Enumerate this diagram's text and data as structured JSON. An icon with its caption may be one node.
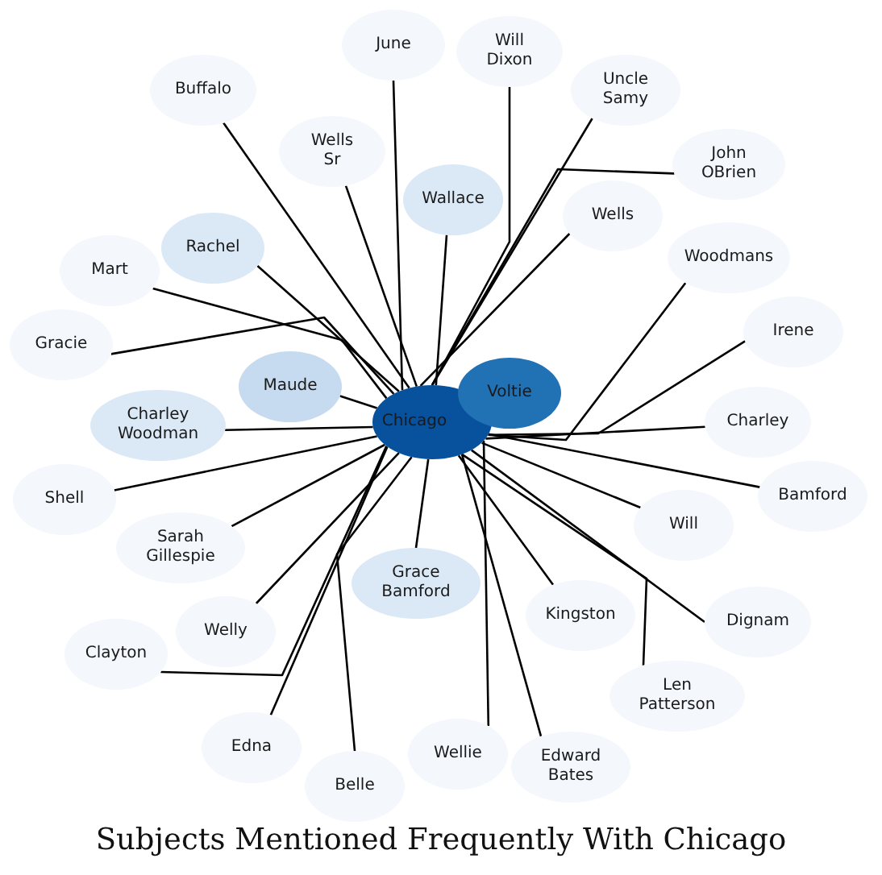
{
  "diagram": {
    "title": "Subjects Mentioned Frequently With Chicago",
    "nodes": [
      {
        "text": [
          "June"
        ]
      },
      {
        "text": [
          "Will Dixon"
        ]
      },
      {
        "text": [
          "Buffalo"
        ]
      },
      {
        "text": [
          "Uncle Samy"
        ]
      },
      {
        "text": [
          "Wells Sr"
        ]
      },
      {
        "text": [
          "John OBrien"
        ]
      },
      {
        "text": [
          "Wallace"
        ]
      },
      {
        "text": [
          "Wells"
        ]
      },
      {
        "text": [
          "Rachel"
        ]
      },
      {
        "text": [
          "Mart"
        ]
      },
      {
        "text": [
          "Woodmans"
        ]
      },
      {
        "text": [
          "Irene"
        ]
      },
      {
        "text": [
          "Gracie"
        ]
      },
      {
        "text": [
          "Maude"
        ]
      },
      {
        "text": [
          "Voltie"
        ]
      },
      {
        "text": [
          "Charley Woodman"
        ]
      },
      {
        "text": [
          "Chicago"
        ]
      },
      {
        "text": [
          "Charley"
        ]
      },
      {
        "text": [
          "Shell"
        ]
      },
      {
        "text": [
          "Bamford"
        ]
      },
      {
        "text": [
          "Will"
        ]
      },
      {
        "text": [
          "Sarah Gillespie"
        ]
      },
      {
        "text": [
          "Grace Bamford"
        ]
      },
      {
        "text": [
          "Kingston"
        ]
      },
      {
        "text": [
          "Dignam"
        ]
      },
      {
        "text": [
          "Clayton"
        ]
      },
      {
        "text": [
          "Welly"
        ]
      },
      {
        "text": [
          "Len Patterson"
        ]
      },
      {
        "text": [
          "Edna"
        ]
      },
      {
        "text": [
          "Wellie"
        ]
      },
      {
        "text": [
          "Edward Bates"
        ]
      },
      {
        "text": [
          "Belle"
        ]
      }
    ],
    "edges": [
      {
        "from": 0,
        "to": 16,
        "arrow": "none"
      },
      {
        "from": 1,
        "to": 16,
        "arrow": "none"
      },
      {
        "from": 2,
        "to": 16,
        "arrow": "none"
      },
      {
        "from": 3,
        "to": 16,
        "arrow": "none"
      },
      {
        "from": 4,
        "to": 16,
        "arrow": "none"
      },
      {
        "from": 5,
        "to": 16,
        "arrow": "none"
      },
      {
        "from": 6,
        "to": 16,
        "arrow": "none"
      },
      {
        "from": 7,
        "to": 16,
        "arrow": "none"
      },
      {
        "from": 8,
        "to": 16,
        "arrow": "none"
      },
      {
        "from": 9,
        "to": 16,
        "arrow": "none"
      },
      {
        "from": 10,
        "to": 16,
        "arrow": "none"
      },
      {
        "from": 11,
        "to": 16,
        "arrow": "none"
      },
      {
        "from": 12,
        "to": 16,
        "arrow": "none"
      },
      {
        "from": 13,
        "to": 16,
        "arrow": "none"
      },
      {
        "from": 15,
        "to": 16,
        "arrow": "none"
      },
      {
        "from": 17,
        "to": 16,
        "arrow": "none"
      },
      {
        "from": 18,
        "to": 16,
        "arrow": "none"
      },
      {
        "from": 19,
        "to": 16,
        "arrow": "none"
      },
      {
        "from": 20,
        "to": 16,
        "arrow": "none"
      },
      {
        "from": 21,
        "to": 16,
        "arrow": "none"
      },
      {
        "from": 22,
        "to": 16,
        "arrow": "none"
      },
      {
        "from": 23,
        "to": 16,
        "arrow": "none"
      },
      {
        "from": 24,
        "to": 16,
        "arrow": "none"
      },
      {
        "from": 25,
        "to": 16,
        "arrow": "none"
      },
      {
        "from": 26,
        "to": 16,
        "arrow": "none"
      },
      {
        "from": 27,
        "to": 16,
        "arrow": "none"
      },
      {
        "from": 28,
        "to": 16,
        "arrow": "none"
      },
      {
        "from": 29,
        "to": 16,
        "arrow": "none"
      },
      {
        "from": 30,
        "to": 16,
        "arrow": "none"
      },
      {
        "from": 31,
        "to": 16,
        "arrow": "none"
      }
    ]
  }
}
